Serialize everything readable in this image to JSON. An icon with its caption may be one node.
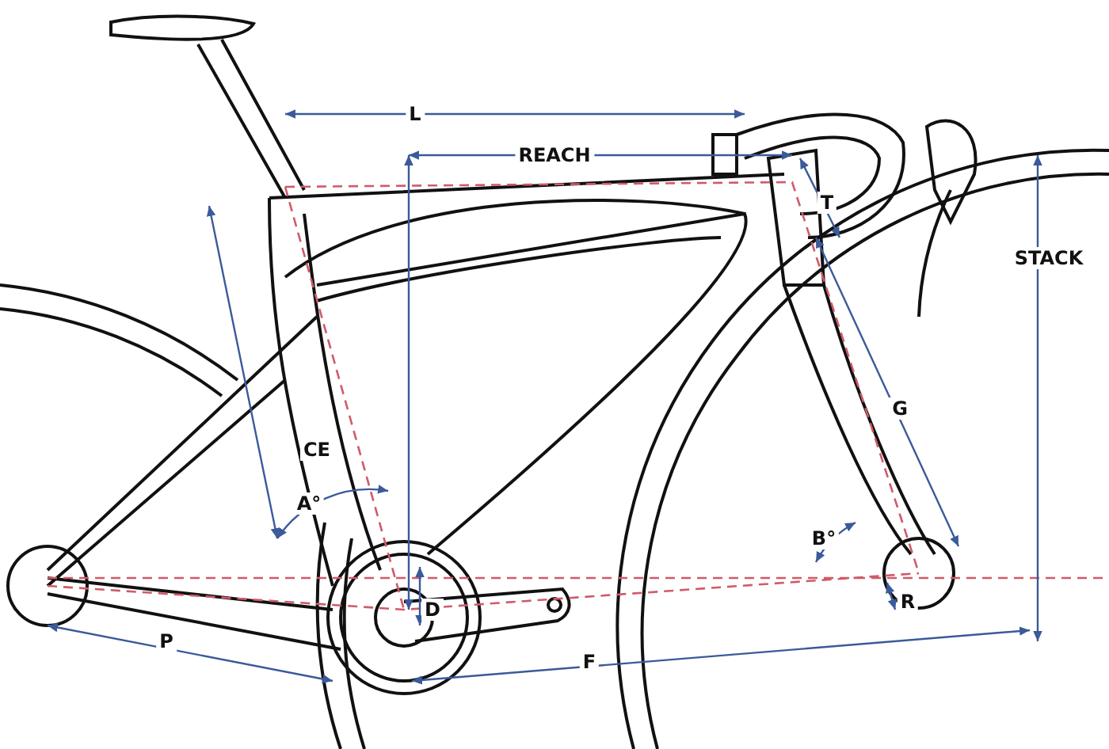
{
  "diagram": {
    "labels": [
      "L",
      "REACH",
      "T",
      "STACK",
      "G",
      "CE",
      "A°",
      "B°",
      "R",
      "D",
      "P",
      "F"
    ]
  }
}
